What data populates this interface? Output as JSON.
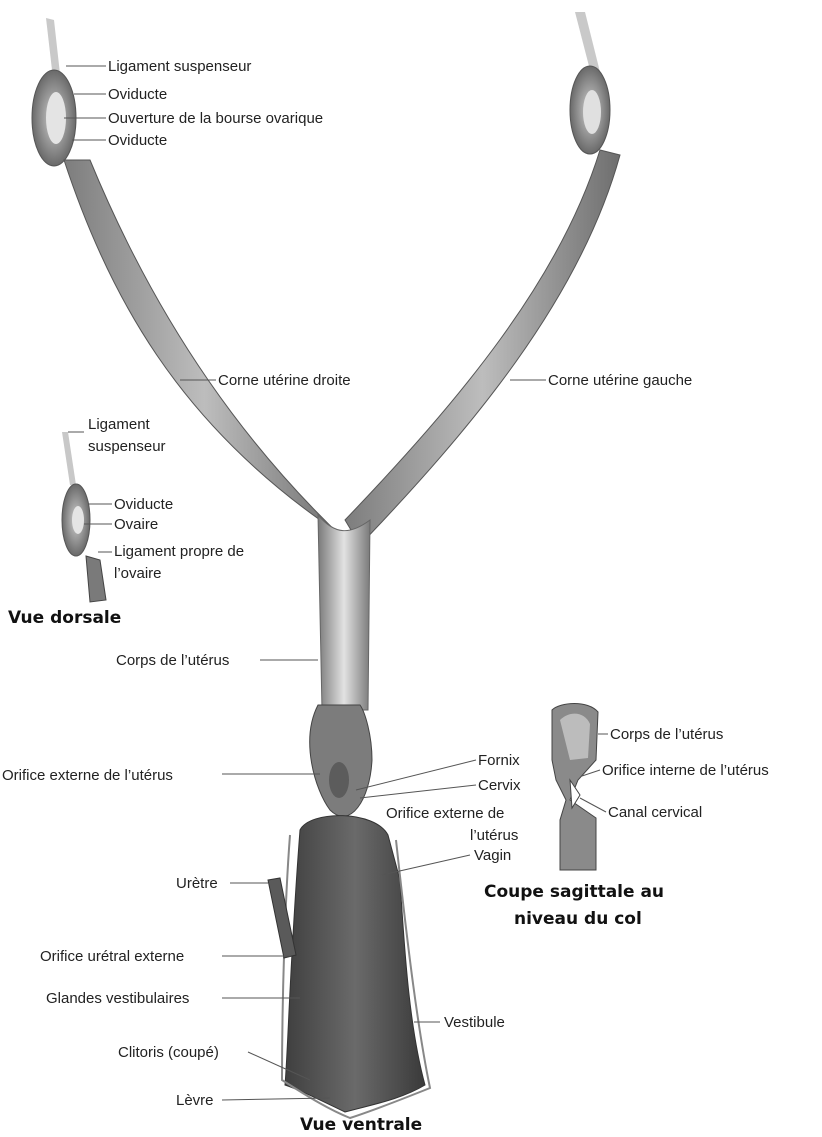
{
  "labels": {
    "ligament_suspenseur_top": "Ligament suspenseur",
    "oviducte_1": "Oviducte",
    "ouverture_bourse": "Ouverture de la bourse ovarique",
    "oviducte_2": "Oviducte",
    "corne_droite": "Corne utérine droite",
    "corne_gauche": "Corne utérine gauche",
    "ligament_dorsal_1": "Ligament",
    "ligament_dorsal_2": "suspenseur",
    "oviducte_dorsal": "Oviducte",
    "ovaire": "Ovaire",
    "ligament_propre_1": "Ligament propre de",
    "ligament_propre_2": "l’ovaire",
    "corps_uterus": "Corps de l’utérus",
    "orifice_externe": "Orifice externe de l’utérus",
    "fornix": "Fornix",
    "cervix": "Cervix",
    "orifice_externe_col_1": "Orifice externe de",
    "orifice_externe_col_2": "l’utérus",
    "vagin": "Vagin",
    "uretre": "Urètre",
    "orifice_uretral": "Orifice urétral externe",
    "glandes_vestibulaires": "Glandes vestibulaires",
    "clitoris": "Clitoris (coupé)",
    "levre": "Lèvre",
    "vestibule": "Vestibule",
    "sag_corps": "Corps de l’utérus",
    "sag_orifice_interne": "Orifice interne de l’utérus",
    "sag_canal": "Canal cervical"
  },
  "titles": {
    "vue_dorsale": "Vue dorsale",
    "coupe_1": "Coupe sagittale au",
    "coupe_2": "niveau du col",
    "vue_ventrale": "Vue ventrale"
  },
  "colors": {
    "tissue_light": "#d6d6d6",
    "tissue_mid": "#9a9a9a",
    "tissue_dark": "#5a5a5a",
    "line": "#555555"
  }
}
